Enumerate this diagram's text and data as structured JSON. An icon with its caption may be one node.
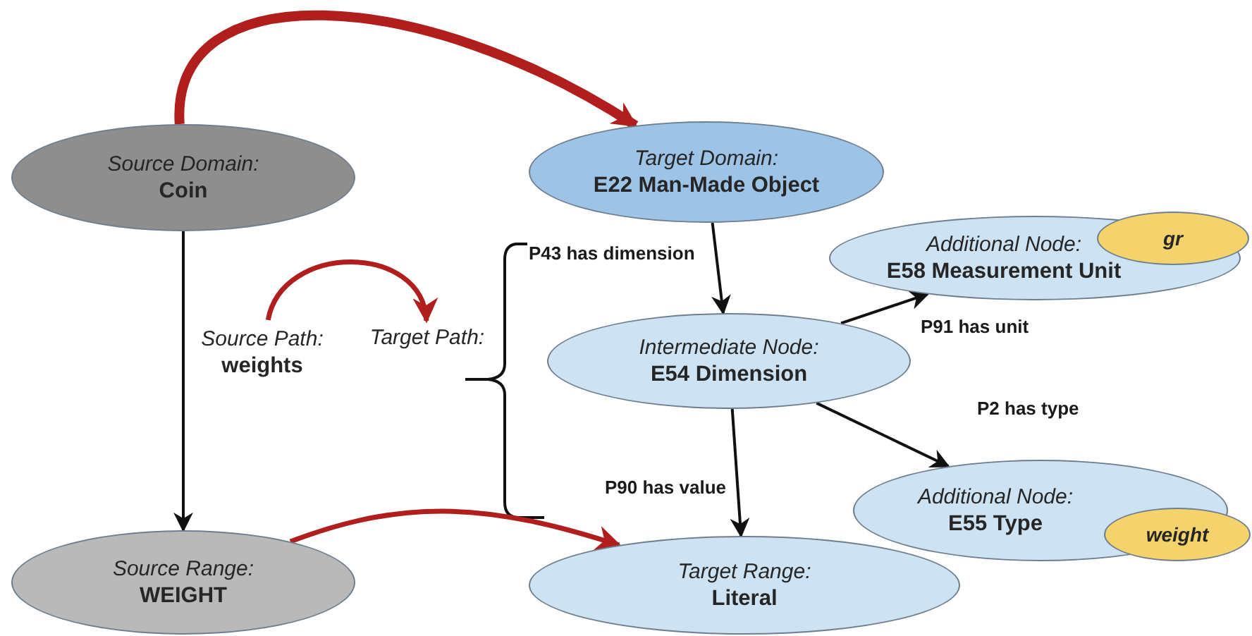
{
  "diagram": {
    "nodes": [
      {
        "text": [
          "Source Domain:",
          "Coin"
        ]
      },
      {
        "text": [
          "Target Domain:",
          "E22 Man-Made Object"
        ]
      },
      {
        "text": [
          "Additional Node:",
          "E58 Measurement Unit"
        ]
      },
      {
        "text": [
          "gr"
        ]
      },
      {
        "text": [
          "Source Path:",
          "weights"
        ]
      },
      {
        "text": [
          "Target Path:"
        ]
      },
      {
        "text": [
          "Intermediate Node:",
          "E54 Dimension"
        ]
      },
      {
        "text": [
          "Source Range:",
          "WEIGHT"
        ]
      },
      {
        "text": [
          "Target Range:",
          "Literal"
        ]
      },
      {
        "text": [
          "Additional Node:",
          "E55 Type"
        ]
      },
      {
        "text": [
          "weight"
        ]
      }
    ],
    "edges": [
      {
        "from": 0,
        "to": 1,
        "arrow": "to",
        "style": "thick",
        "color": "#b01e1e"
      },
      {
        "from": 0,
        "to": 7,
        "arrow": "to"
      },
      {
        "from": 4,
        "to": 5,
        "arrow": "to",
        "color": "#b01e1e"
      },
      {
        "from": 7,
        "to": 8,
        "arrow": "to",
        "color": "#b01e1e"
      },
      {
        "from": 1,
        "to": 6,
        "arrow": "to",
        "label": "P43 has dimension"
      },
      {
        "from": 6,
        "to": 8,
        "arrow": "to",
        "label": "P90 has value"
      },
      {
        "from": 6,
        "to": 2,
        "arrow": "to",
        "label": "P91 has unit"
      },
      {
        "from": 6,
        "to": 9,
        "arrow": "to",
        "label": "P2 has type"
      }
    ]
  }
}
